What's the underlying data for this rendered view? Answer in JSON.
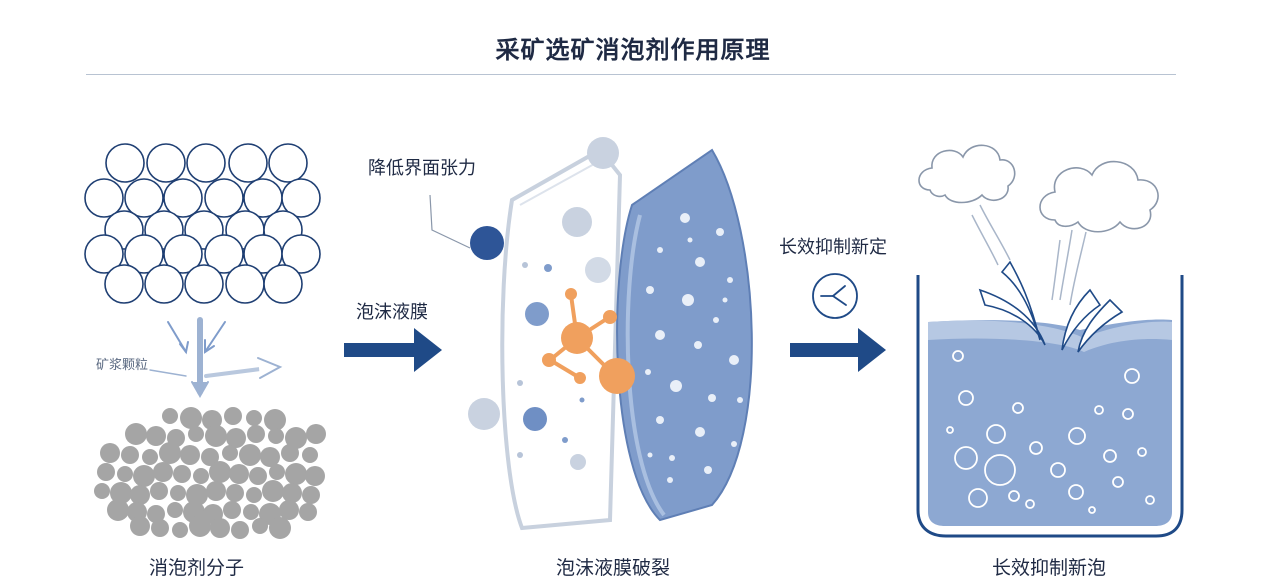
{
  "title": "采矿选矿消泡剂作用原理",
  "labels": {
    "ore_particles": "矿浆颗粒",
    "foam_film": "泡沫液膜",
    "lower_tension": "降低界面张力",
    "long_term_inhibit": "长效抑制新定"
  },
  "captions": {
    "defoamer_molecule": "消泡剂分子",
    "film_rupture": "泡沫液膜破裂",
    "long_term_suppress": "长效抑制新泡"
  },
  "colors": {
    "navy": "#1f4a87",
    "film_blue": "#7f9ccb",
    "bubble_line": "#1f3f73",
    "orange": "#f0a05e",
    "gray_particle": "#a2a2a2",
    "liquid": "#8da8d2"
  },
  "icons": [
    "arrow-right-icon",
    "clock-inhibit-icon",
    "molecule-icon",
    "cloud-icon"
  ]
}
